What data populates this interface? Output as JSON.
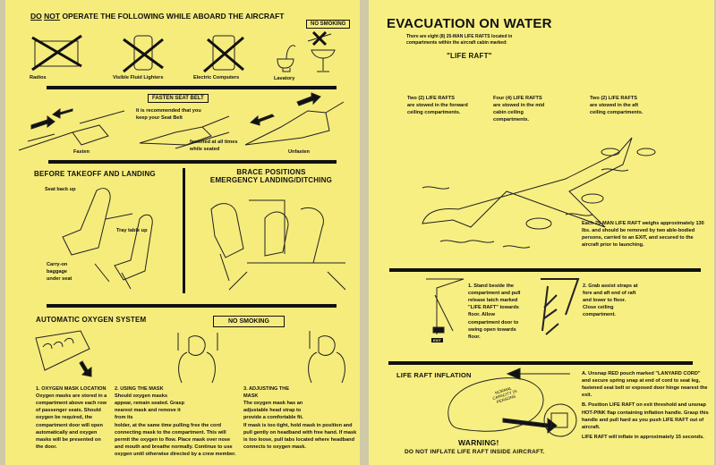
{
  "left": {
    "title_prefix1": "DO",
    "title_prefix2": "NOT",
    "title_rest": " OPERATE THE FOLLOWING WHILE ABOARD THE AIRCRAFT",
    "no_smoking_top": "NO SMOKING",
    "items": [
      {
        "label": "Radios",
        "icon": "radio-icon",
        "prohibited": true
      },
      {
        "label": "Visible Fluid Lighters",
        "icon": "lighter-icon",
        "prohibited": true
      },
      {
        "label": "Electric Computers",
        "icon": "calculator-icon",
        "prohibited": true
      },
      {
        "label": "Lavatory",
        "icon": "lavatory-icon",
        "prohibited": false
      }
    ],
    "seatbelt": {
      "heading": "FASTEN SEAT BELT",
      "rec1": "It is recommended that you keep your Seat Belt",
      "rec2": "fastened at all times while seated",
      "fasten": "Fasten",
      "unfasten": "Unfasten"
    },
    "takeoff": {
      "heading": "BEFORE TAKEOFF AND LANDING",
      "seat_back": "Seat back up",
      "tray": "Tray table up",
      "carry_on": "Carry-on baggage under seat"
    },
    "brace": {
      "heading1": "BRACE POSITIONS",
      "heading2": "EMERGENCY LANDING/DITCHING"
    },
    "oxygen": {
      "heading": "AUTOMATIC OXYGEN SYSTEM",
      "no_smoking": "NO SMOKING",
      "step1_title": "1. OXYGEN MASK LOCATION",
      "step1_text": "Oxygen masks are stored in a compartment above each row of passenger seats. Should oxygen be required, the compartment door will open automatically and oxygen masks will be presented on the door.",
      "step2_title": "2. USING THE MASK",
      "step2_text_a": "Should oxygen masks appear, remain seated. Grasp nearest mask and remove it from its",
      "step2_text_b": "holder, at the same time pulling free the cord connecting mask to the compartment. This will permit the oxygen to flow. Place mask over nose and mouth and breathe normally. Continue to use oxygen until otherwise directed by a crew member.",
      "step3_title": "3. ADJUSTING THE MASK",
      "step3_text_a": "The oxygen mask has an adjustable head strap to provide a comfortable fit.",
      "step3_text_b": "If mask is too tight, hold mask in position and pull gently on headband with free hand. If mask is too loose, pull tabs located where headband connects to oxygen mask."
    }
  },
  "right": {
    "title": "EVACUATION ON WATER",
    "intro": "There are eight (8) 25-MAN LIFE RAFTS located in compartments within the aircraft cabin marked:",
    "marking": "\"LIFE RAFT\"",
    "locations": [
      {
        "title": "Two (2) LIFE RAFTS",
        "text": "are stowed in the forward ceiling compartments."
      },
      {
        "title": "Four (4) LIFE RAFTS",
        "text": "are stowed in the mid cabin ceiling compartments."
      },
      {
        "title": "Two (2) LIFE RAFTS",
        "text": "are stowed in the aft ceiling compartments."
      }
    ],
    "weight_note": "Each 25-MAN LIFE RAFT weighs approximately 130 lbs. and should be removed by two able-bodied persons, carried to an EXIT, and secured to the aircraft prior to launching.",
    "step1": "1. Stand beside the compartment and pull release latch marked \"LIFE RAFT\" towards floor. Allow compartment door to swing open towards floor.",
    "step2": "2. Grab assist straps at fore and aft end of raft and lower to floor. Close ceiling compartment.",
    "exit_label": "EXIT",
    "inflation": {
      "heading": "LIFE RAFT INFLATION",
      "raft_label": "NORMAL CAPACITY 25 PERSONS",
      "a": "A. Unsnap RED pouch marked \"LANYARD CORD\" and secure spring snap at end of cord to seat leg, fastened seat belt or exposed door hinge nearest the exit.",
      "b": "B. Position LIFE RAFT on exit threshold and unsnap HOT-PINK flap containing inflation handle. Grasp this handle and pull hard as you push LIFE RAFT out of aircraft.",
      "c": "LIFE RAFT will inflate in approximately 15 seconds.",
      "warning": "WARNING!",
      "warning_text": "DO NOT INFLATE LIFE RAFT INSIDE AIRCRAFT."
    }
  }
}
